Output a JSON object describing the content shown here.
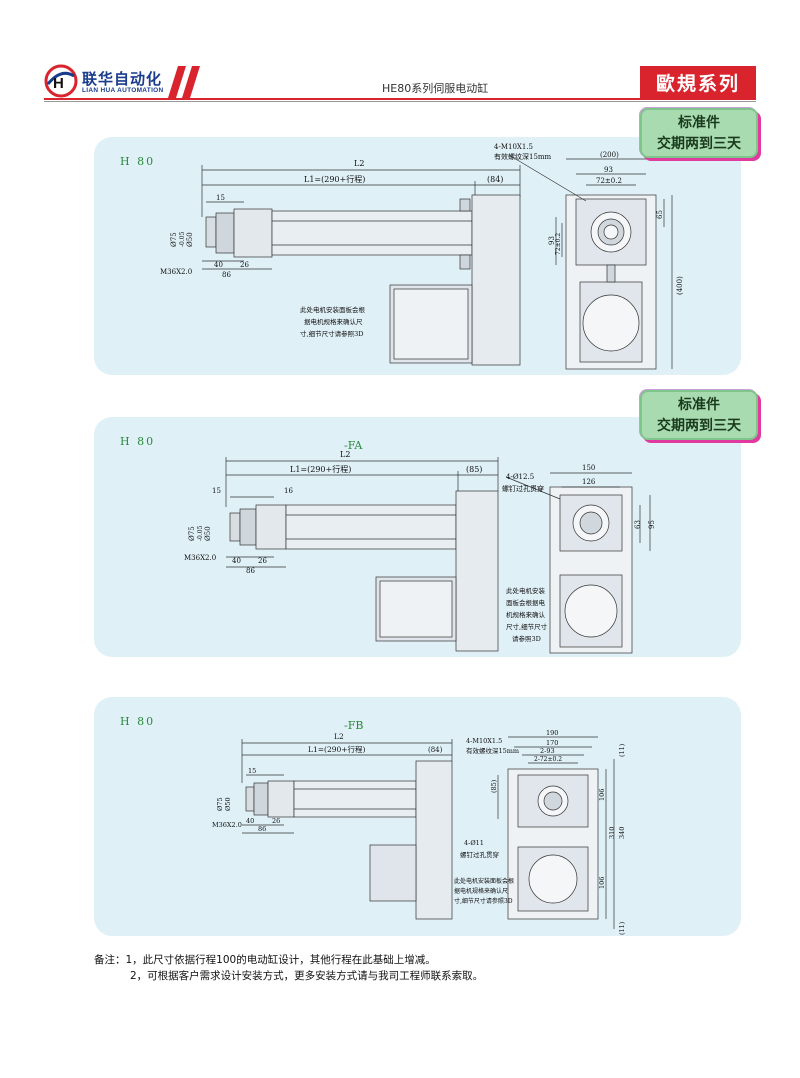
{
  "header": {
    "brand_cn": "联华自动化",
    "brand_en": "LIAN HUA AUTOMATION",
    "doc_title": "HE80系列伺服电动缸",
    "series_label": "歐規系列",
    "accent_color": "#d9232d",
    "brand_color": "#1a3c8c"
  },
  "badge": {
    "line1": "标准件",
    "line2": "交期两到三天"
  },
  "panels": [
    {
      "model": "H 80",
      "suffix": "",
      "dims": {
        "l2": "L2",
        "l1": "L1=(290+行程)",
        "d84": "(84)",
        "d15": "15",
        "d40": "40",
        "d26": "26",
        "d86": "86",
        "thread": "M36X2.0",
        "phi75": "Ø75",
        "phi50": "Ø50",
        "tol": "-0.05",
        "bolt": "4-M10X1.5",
        "bolt_depth": "有效螺纹深15mm",
        "d200": "(200)",
        "d93": "93",
        "d72": "72±0.2",
        "d65": "65",
        "d93v": "93",
        "d72v": "72±0.2",
        "d400": "(400)",
        "note1": "此处电机安装面板会根",
        "note2": "据电机规格来确认尺",
        "note3": "寸,细节尺寸请参照3D"
      }
    },
    {
      "model": "H 80",
      "suffix": "-FA",
      "dims": {
        "l2": "L2",
        "l1": "L1=(290+行程)",
        "d85": "(85)",
        "d15": "15",
        "d16": "16",
        "d40": "40",
        "d26": "26",
        "d86": "86",
        "thread": "M36X2.0",
        "phi75": "Ø75",
        "phi50": "Ø50",
        "tol": "-0.05",
        "hole": "4-Ø12.5",
        "hole_note": "螺钉过孔贯穿",
        "d150": "150",
        "d126": "126",
        "d63": "63",
        "d95": "95",
        "note1": "此处电机安装",
        "note2": "面板会根据电",
        "note3": "机规格来确认",
        "note4": "尺寸,细节尺寸",
        "note5": "请参照3D"
      }
    },
    {
      "model": "H 80",
      "suffix": "-FB",
      "dims": {
        "l2": "L2",
        "l1": "L1=(290+行程)",
        "d84": "(84)",
        "d15": "15",
        "d40": "40",
        "d26": "26",
        "d86": "86",
        "thread": "M36X2.0",
        "phi75": "Ø75",
        "phi50": "Ø50",
        "bolt": "4-M10X1.5",
        "bolt_depth": "有效螺纹深15mm",
        "d190": "190",
        "d170": "170",
        "d2_93": "2-93",
        "d2_72": "2-72±0.2",
        "d85": "(85)",
        "d11a": "(11)",
        "d11b": "(11)",
        "d106a": "106",
        "d106b": "106",
        "d310": "310",
        "d340": "340",
        "hole": "4-Ø11",
        "hole_note": "螺钉过孔贯穿",
        "note1": "此处电机安装面板会根",
        "note2": "据电机规格来确认尺",
        "note3": "寸,细节尺寸请参照3D"
      }
    }
  ],
  "notes": {
    "line1": "备注：1，此尺寸依据行程100的电动缸设计，其他行程在此基础上增减。",
    "line2": "2，可根据客户需求设计安装方式，更多安装方式请与我司工程师联系索取。"
  }
}
